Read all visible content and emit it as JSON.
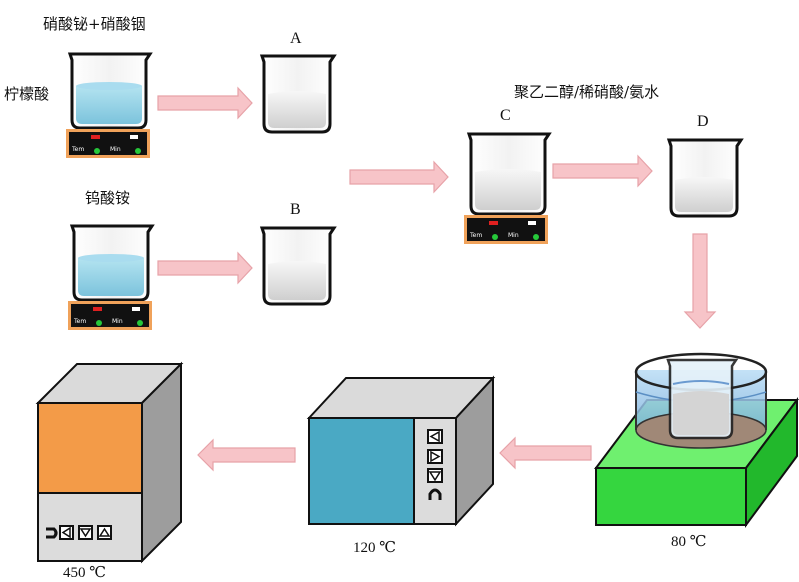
{
  "labels": {
    "precursor_1": "硝酸铋+硝酸铟",
    "precursor_2": "柠檬酸",
    "precursor_3": "钨酸铵",
    "additives": "聚乙二醇/稀硝酸/氨水",
    "beaker_a": "A",
    "beaker_b": "B",
    "beaker_c": "C",
    "beaker_d": "D"
  },
  "stirrer": {
    "left_text": "Tem",
    "right_text": "Min"
  },
  "temperatures": {
    "water_bath": "80 ℃",
    "oven": "120 ℃",
    "furnace": "450 ℃"
  },
  "colors": {
    "arrow": "#f7c4c8",
    "arrow_edge": "#e7a2a8",
    "liquid_blue": "#8fd0e6",
    "liquid_white": "#e6e6e6",
    "stirrer_body": "#111111",
    "stirrer_frame": "#f0a25a",
    "hotplate": "#44e04d",
    "oven_front": "#4aa9c4",
    "furnace_front": "#f39b48",
    "cabinet_gray": "#d6d6d6"
  },
  "control_symbols": {
    "oven": [
      "◀",
      "▶",
      "▼",
      "∩"
    ],
    "furnace": [
      "⊃",
      "◀",
      "▼",
      "▲"
    ]
  }
}
